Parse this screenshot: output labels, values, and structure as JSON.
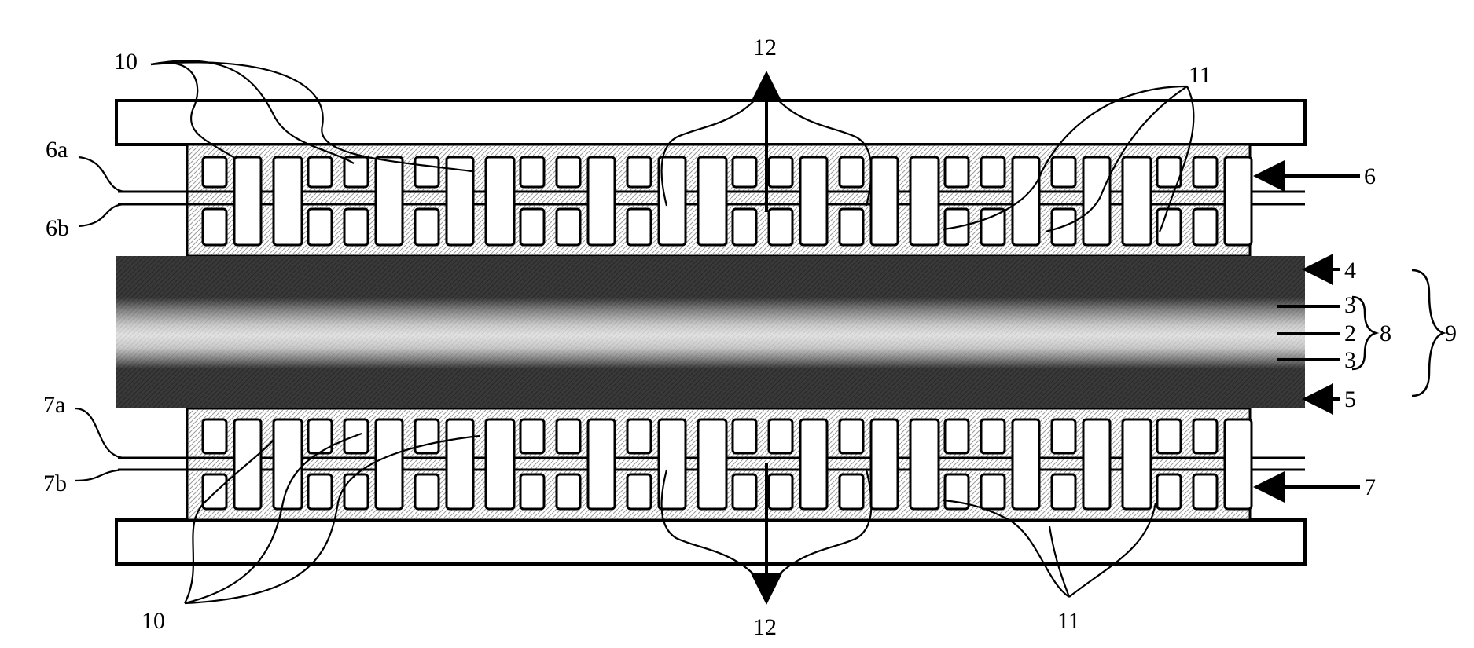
{
  "diagram": {
    "labels": {
      "l10_top": "10",
      "l12_top": "12",
      "l11_top": "11",
      "l6a": "6a",
      "l6b": "6b",
      "l6": "6",
      "l4": "4",
      "l3a": "3",
      "l2": "2",
      "l3b": "3",
      "l8": "8",
      "l9": "9",
      "l5": "5",
      "l7a": "7a",
      "l7b": "7b",
      "l7": "7",
      "l10_bottom": "10",
      "l12_bottom": "12",
      "l11_bottom": "11"
    },
    "colors": {
      "line": "#000000",
      "background": "#ffffff",
      "electrode_dark": "#0d0d0d",
      "membrane_mid": "#bdbdbd",
      "membrane_light": "#dcdcdc"
    }
  }
}
